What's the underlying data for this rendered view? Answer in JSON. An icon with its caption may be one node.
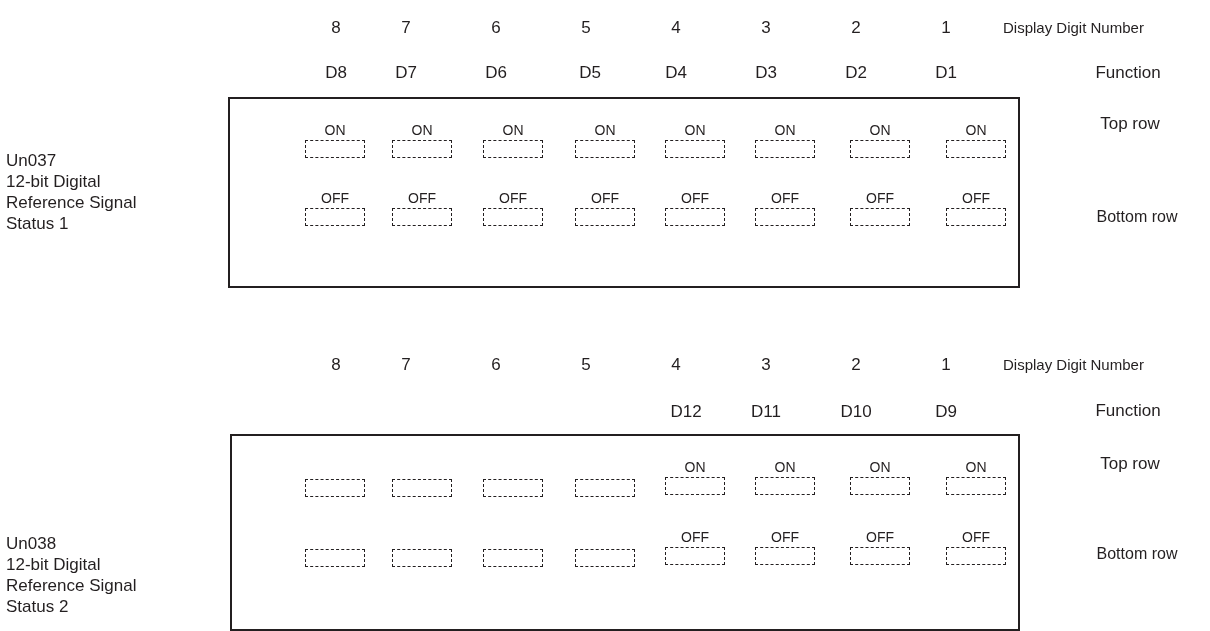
{
  "diagram": {
    "nodes": [
      {
        "text": [],
        "shape": "box"
      },
      {
        "text": [
          "ON"
        ],
        "in": 0
      },
      {
        "text": [
          "ON"
        ],
        "in": 0
      },
      {
        "text": [
          "ON"
        ],
        "in": 0
      },
      {
        "text": [
          "ON"
        ],
        "in": 0
      },
      {
        "text": [
          "ON"
        ],
        "in": 0
      },
      {
        "text": [
          "ON"
        ],
        "in": 0
      },
      {
        "text": [
          "ON"
        ],
        "in": 0
      },
      {
        "text": [
          "ON"
        ],
        "in": 0
      },
      {
        "text": [
          "OFF"
        ],
        "in": 0
      },
      {
        "text": [
          "OFF"
        ],
        "in": 0
      },
      {
        "text": [
          "OFF"
        ],
        "in": 0
      },
      {
        "text": [
          "OFF"
        ],
        "in": 0
      },
      {
        "text": [
          "OFF"
        ],
        "in": 0
      },
      {
        "text": [
          "OFF"
        ],
        "in": 0
      },
      {
        "text": [
          "OFF"
        ],
        "in": 0
      },
      {
        "text": [
          "OFF"
        ],
        "in": 0
      },
      {
        "text": [],
        "shape": "box"
      },
      {
        "text": [],
        "shape": "box",
        "in": 17
      },
      {
        "text": [],
        "shape": "box",
        "in": 17
      },
      {
        "text": [],
        "shape": "box",
        "in": 17
      },
      {
        "text": [],
        "shape": "box",
        "in": 17
      },
      {
        "text": [
          "ON"
        ],
        "in": 17
      },
      {
        "text": [
          "ON"
        ],
        "in": 17
      },
      {
        "text": [
          "ON"
        ],
        "in": 17
      },
      {
        "text": [
          "ON"
        ],
        "in": 17
      },
      {
        "text": [],
        "shape": "box",
        "in": 17
      },
      {
        "text": [],
        "shape": "box",
        "in": 17
      },
      {
        "text": [],
        "shape": "box",
        "in": 17
      },
      {
        "text": [],
        "shape": "box",
        "in": 17
      },
      {
        "text": [
          "OFF"
        ],
        "in": 17
      },
      {
        "text": [
          "OFF"
        ],
        "in": 17
      },
      {
        "text": [
          "OFF"
        ],
        "in": 17
      },
      {
        "text": [
          "OFF"
        ],
        "in": 17
      }
    ],
    "edges": [],
    "labels": [
      "8",
      "7",
      "6",
      "5",
      "4",
      "3",
      "2",
      "1",
      "Display Digit Number",
      "D8",
      "D7",
      "D6",
      "D5",
      "D4",
      "D3",
      "D2",
      "D1",
      "Function",
      "Top row",
      "Un037",
      "12-bit Digital Reference Signal Status 1",
      "Bottom row",
      "8",
      "7",
      "6",
      "5",
      "4",
      "3",
      "2",
      "1",
      "Display Digit Number",
      "D12",
      "D11",
      "D10",
      "D9",
      "Function",
      "Top row",
      "Un038",
      "12-bit Digital Reference Signal Status 2",
      "Bottom row"
    ]
  }
}
